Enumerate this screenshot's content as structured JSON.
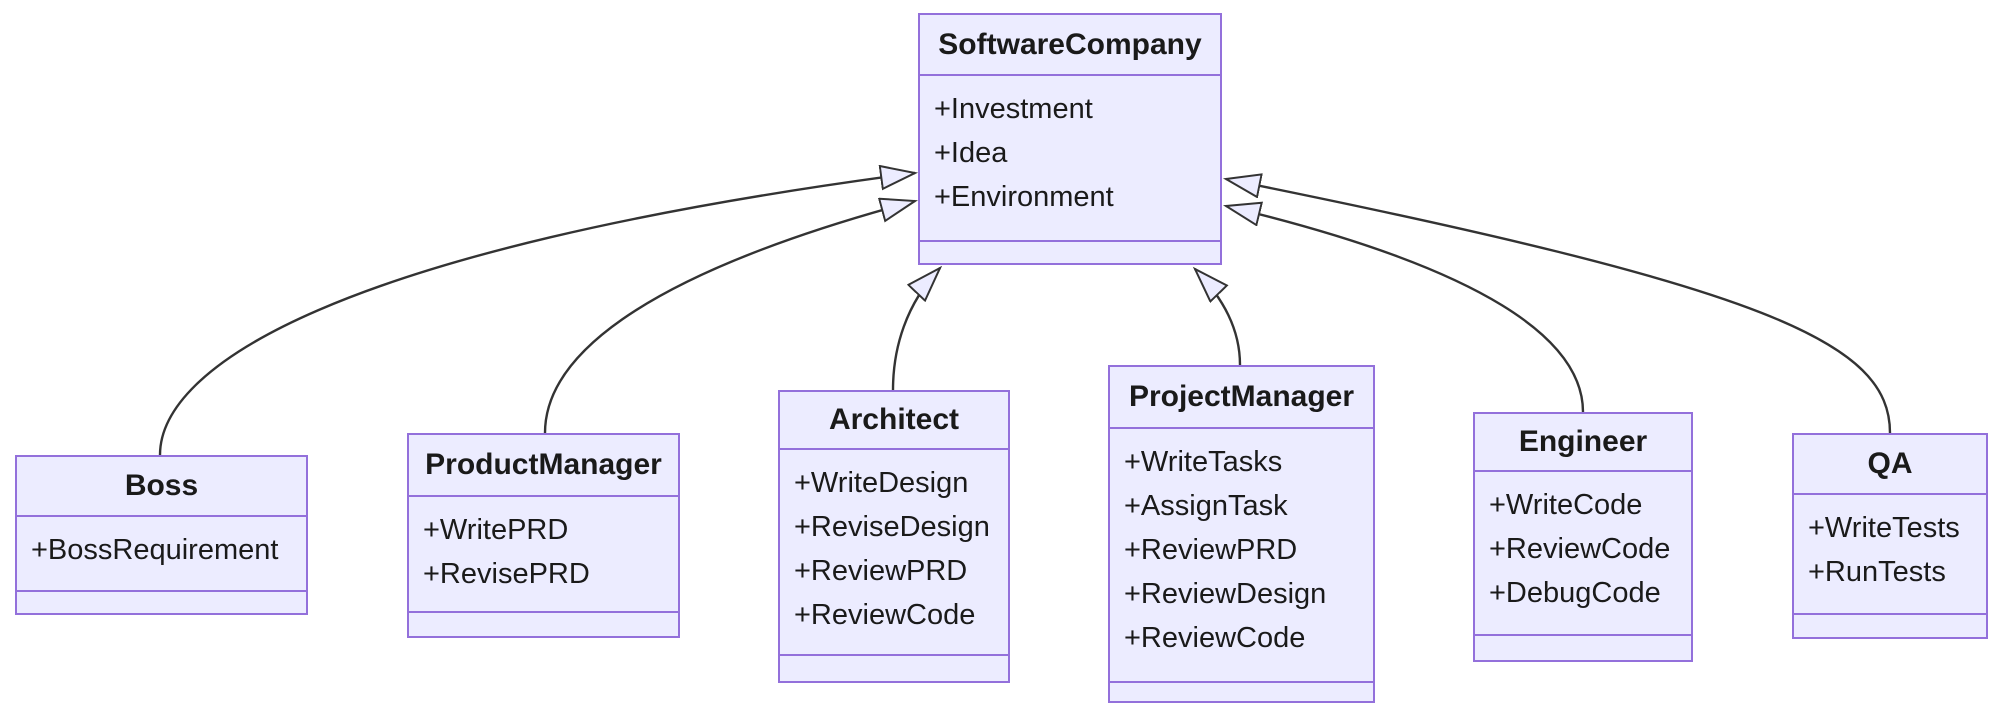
{
  "diagram": {
    "type": "uml-class-diagram",
    "colors": {
      "node_fill": "#ECECFF",
      "node_border": "#9370DB",
      "edge_stroke": "#333333",
      "text": "#1a1a1a",
      "background": "#ffffff"
    },
    "classes": [
      {
        "name": "SoftwareCompany",
        "members": [
          "+Investment",
          "+Idea",
          "+Environment"
        ],
        "methods": []
      },
      {
        "name": "Boss",
        "members": [
          "+BossRequirement"
        ],
        "methods": []
      },
      {
        "name": "ProductManager",
        "members": [
          "+WritePRD",
          "+RevisePRD"
        ],
        "methods": []
      },
      {
        "name": "Architect",
        "members": [
          "+WriteDesign",
          "+ReviseDesign",
          "+ReviewPRD",
          "+ReviewCode"
        ],
        "methods": []
      },
      {
        "name": "ProjectManager",
        "members": [
          "+WriteTasks",
          "+AssignTask",
          "+ReviewPRD",
          "+ReviewDesign",
          "+ReviewCode"
        ],
        "methods": []
      },
      {
        "name": "Engineer",
        "members": [
          "+WriteCode",
          "+ReviewCode",
          "+DebugCode"
        ],
        "methods": []
      },
      {
        "name": "QA",
        "members": [
          "+WriteTests",
          "+RunTests"
        ],
        "methods": []
      }
    ],
    "edges": [
      {
        "from": "Boss",
        "to": "SoftwareCompany",
        "type": "inheritance"
      },
      {
        "from": "ProductManager",
        "to": "SoftwareCompany",
        "type": "inheritance"
      },
      {
        "from": "Architect",
        "to": "SoftwareCompany",
        "type": "inheritance"
      },
      {
        "from": "ProjectManager",
        "to": "SoftwareCompany",
        "type": "inheritance"
      },
      {
        "from": "Engineer",
        "to": "SoftwareCompany",
        "type": "inheritance"
      },
      {
        "from": "QA",
        "to": "SoftwareCompany",
        "type": "inheritance"
      }
    ]
  }
}
